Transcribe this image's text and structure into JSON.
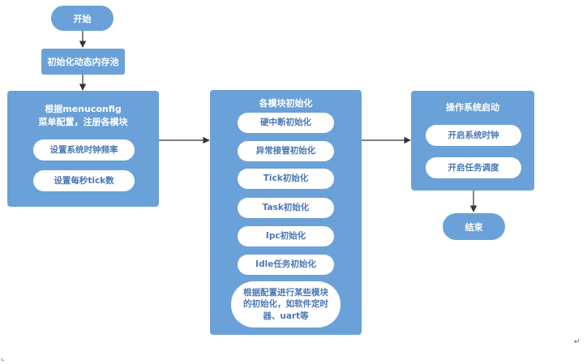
{
  "nodes": {
    "start": "开始",
    "init_memory": "初始化动态内存池",
    "config": {
      "title_line1": "根据menuconfig",
      "title_line2": "菜单配置，注册各模块",
      "items": [
        "设置系统时钟频率",
        "设置每秒tick数"
      ]
    },
    "modules": {
      "title": "各模块初始化",
      "items": [
        "硬中断初始化",
        "异常接管初始化",
        "Tick初始化",
        "Task初始化",
        "Ipc初始化",
        "Idle任务初始化"
      ],
      "last_item_lines": [
        "根据配置进行某些模块",
        "的初始化，如软件定时",
        "器、uart等"
      ]
    },
    "os_start": {
      "title": "操作系统启动",
      "items": [
        "开启系统时钟",
        "开启任务调度"
      ]
    },
    "end": "结束"
  },
  "colors": {
    "node_fill": "#6aa1d8",
    "pill_fill": "#ffffff",
    "pill_text": "#4a78b4",
    "edge": "#333333"
  }
}
